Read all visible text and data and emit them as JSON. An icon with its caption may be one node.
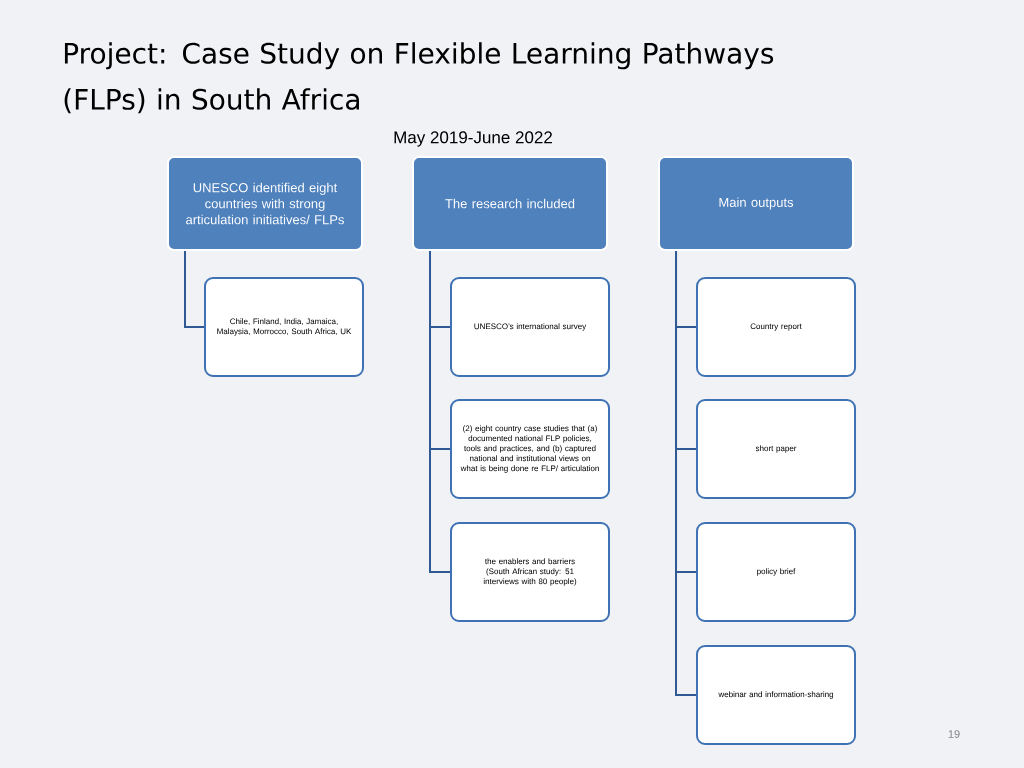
{
  "diagram": {
    "title": "Project: Case Study on Flexible Learning Pathways (FLPs) in South Africa",
    "nodes": [
      {
        "text": [
          "UNESCO identified eight countries with strong articulation initiatives/ FLPs"
        ]
      },
      {
        "text": [
          "Chile, Finland, India, Jamaica, Malaysia, Morrocco, South Africa, UK"
        ]
      },
      {
        "text": [
          "The research included"
        ]
      },
      {
        "text": [
          "UNESCO’s international survey"
        ]
      },
      {
        "text": [
          "(2) eight country case studies that (a) documented national FLP policies, tools and practices, and (b) captured national and institutional views on what is being done re FLP/ articulation"
        ]
      },
      {
        "text": [
          "the enablers and barriers (South African study: 51 interviews with 80 people)"
        ]
      },
      {
        "text": [
          "Main outputs"
        ]
      },
      {
        "text": [
          "Country report"
        ]
      },
      {
        "text": [
          "short paper"
        ]
      },
      {
        "text": [
          "policy brief"
        ]
      },
      {
        "text": [
          "webinar and information-sharing"
        ]
      }
    ],
    "edges": [
      {
        "from": 0,
        "to": 1,
        "arrow": "none"
      },
      {
        "from": 2,
        "to": 3,
        "arrow": "none"
      },
      {
        "from": 2,
        "to": 4,
        "arrow": "none"
      },
      {
        "from": 2,
        "to": 5,
        "arrow": "none"
      },
      {
        "from": 6,
        "to": 7,
        "arrow": "none"
      },
      {
        "from": 6,
        "to": 8,
        "arrow": "none"
      },
      {
        "from": 6,
        "to": 9,
        "arrow": "none"
      },
      {
        "from": 6,
        "to": 10,
        "arrow": "none"
      }
    ],
    "labels": [
      "May 2019-June 2022",
      "19"
    ]
  }
}
